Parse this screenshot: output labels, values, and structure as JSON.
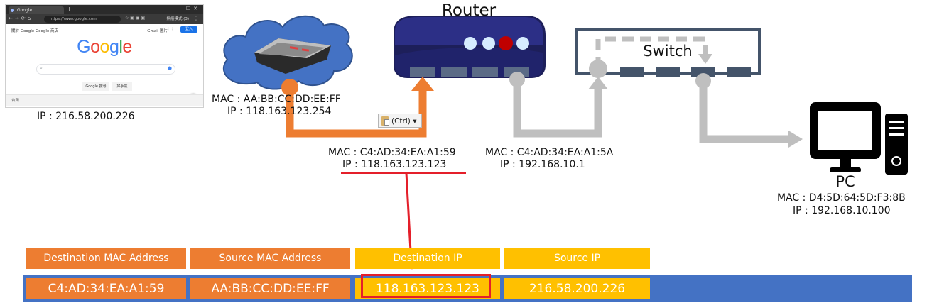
{
  "browser": {
    "tab_title": "Google",
    "url": "https://www.google.com",
    "account": "無痕模式 (3)",
    "top_links_left": "關於 Google   Google 商店",
    "top_links_right": "Gmail   圖片",
    "login_label": "登入",
    "logo": "Google",
    "search_button": "Google 搜尋",
    "lucky_button": "好手氣",
    "footer_region": "台灣"
  },
  "server": {
    "ip": "IP : 216.58.200.226"
  },
  "modem": {
    "mac": "MAC : AA:BB:CC:DD:EE:FF",
    "ip": "IP : 118.163.123.254"
  },
  "router": {
    "title": "Router",
    "wan_mac": "MAC : C4:AD:34:EA:A1:59",
    "wan_ip": "IP : 118.163.123.123",
    "lan_mac": "MAC : C4:AD:34:EA:A1:5A",
    "lan_ip": "IP : 192.168.10.1"
  },
  "switch": {
    "title": "Switch"
  },
  "pc": {
    "title": "PC",
    "mac": "MAC : D4:5D:64:5D:F3:8B",
    "ip": "IP : 192.168.10.100"
  },
  "paste_tag": {
    "label": "(Ctrl) ▾"
  },
  "packet": {
    "headers": [
      "Destination MAC Address",
      "Source MAC Address",
      "Destination IP",
      "Source IP"
    ],
    "values": [
      "C4:AD:34:EA:A1:59",
      "AA:BB:CC:DD:EE:FF",
      "118.163.123.123",
      "216.58.200.226"
    ]
  },
  "colors": {
    "cloud": "#4472c4",
    "router_body": "#1d1f5a",
    "switch_border": "#44546a",
    "orange_cable": "#ed7d31",
    "gray_cable": "#bfbfbf",
    "packet_band": "#4472c4",
    "header_orange": "#ed7d31",
    "header_gold": "#ffc000",
    "pointer_red": "#e41f2a"
  }
}
